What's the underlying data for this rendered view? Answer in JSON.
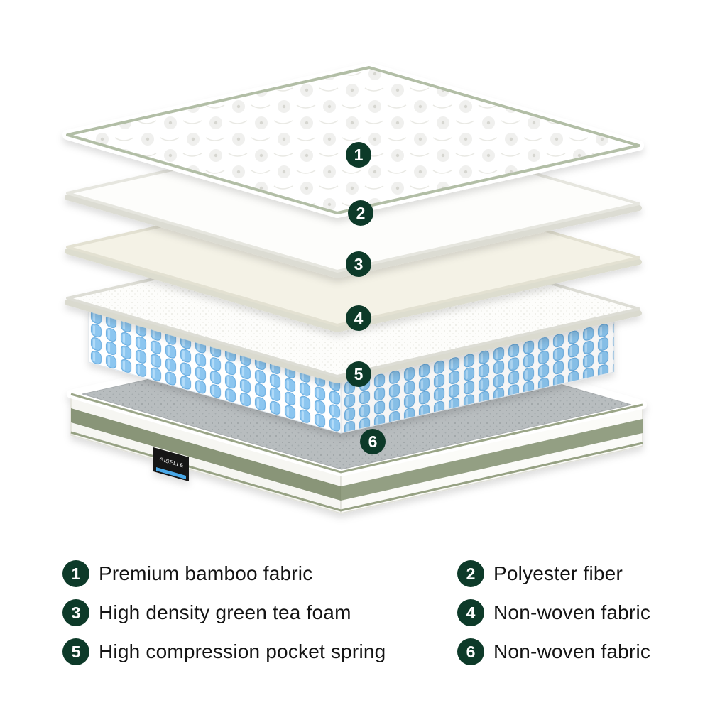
{
  "brand_tag": "GISELLE",
  "colors": {
    "badge_green": "#0d3a29",
    "spring_blue": "#8cc6f0",
    "base_stripe_green": "#7f8c6e",
    "sheet_border_sage": "#b2bea6",
    "base_top_grey": "#b8bdbf"
  },
  "layers": [
    {
      "num": "1",
      "label": "Premium bamboo fabric"
    },
    {
      "num": "2",
      "label": "Polyester fiber"
    },
    {
      "num": "3",
      "label": "High density green tea foam"
    },
    {
      "num": "4",
      "label": "Non-woven fabric"
    },
    {
      "num": "5",
      "label": "High compression pocket spring"
    },
    {
      "num": "6",
      "label": "Non-woven fabric"
    }
  ]
}
